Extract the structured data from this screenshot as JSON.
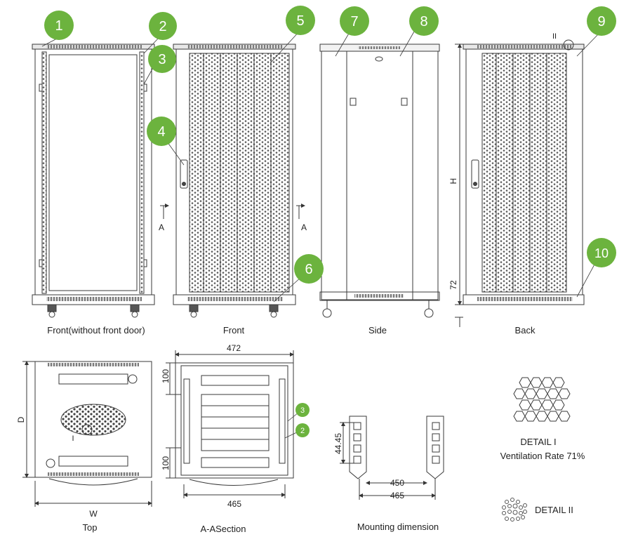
{
  "callouts": {
    "c1": "1",
    "c2": "2",
    "c3": "3",
    "c4": "4",
    "c5": "5",
    "c6": "6",
    "c7": "7",
    "c8": "8",
    "c9": "9",
    "c10": "10",
    "s3": "3",
    "s2": "2"
  },
  "views": {
    "front_no_door": "Front(without front door)",
    "front": "Front",
    "side": "Side",
    "back": "Back",
    "top": "Top",
    "section": "A-ASection",
    "mounting": "Mounting dimension"
  },
  "marks": {
    "section_a_left": "A",
    "section_a_right": "A",
    "height": "H",
    "caster_height": "72",
    "detail_ii_marker": "II",
    "detail_i_marker": "I",
    "depth": "D",
    "width": "W"
  },
  "dimensions": {
    "section_width": "472",
    "section_top_offset": "100",
    "section_bottom_offset": "100",
    "section_rail_width": "465",
    "mount_pitch": "44.45",
    "mount_inner": "450",
    "mount_outer": "465"
  },
  "details": {
    "detail_i_title": "DETAIL I",
    "detail_i_caption": "Ventilation Rate 71%",
    "detail_ii_title": "DETAIL II"
  },
  "colors": {
    "callout_green": "#6cb33e",
    "line": "#3a3a3a",
    "grey_fill": "#9a9a9a"
  }
}
